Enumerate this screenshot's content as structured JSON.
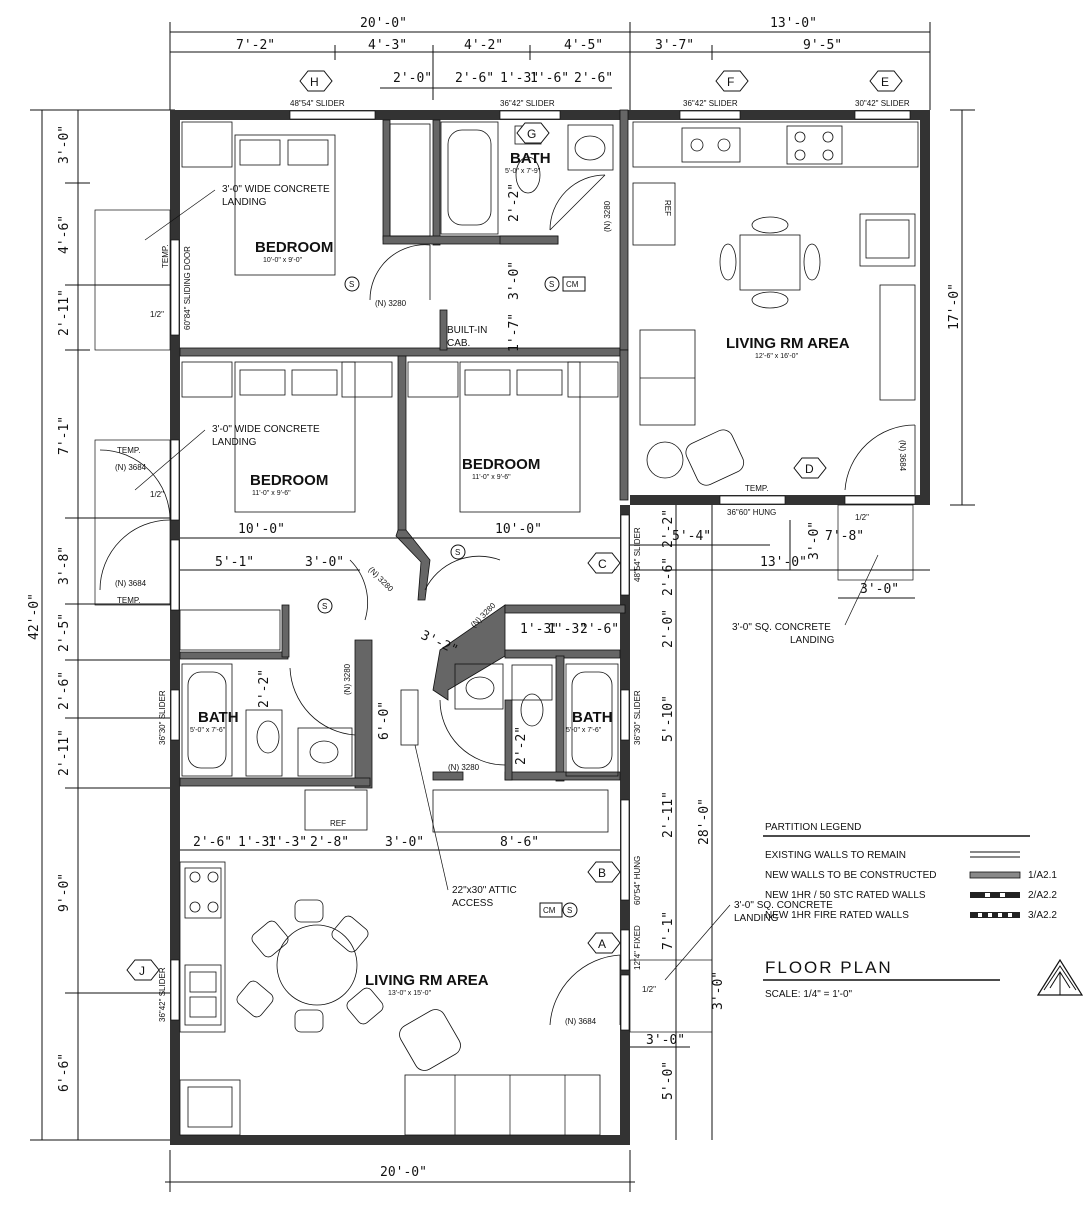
{
  "dims_top": {
    "overall_left": "20'-0\"",
    "overall_right": "13'-0\"",
    "seg1": "7'-2\"",
    "seg2": "4'-3\"",
    "seg3": "4'-2\"",
    "seg4": "4'-5\"",
    "seg5": "3'-7\"",
    "seg6": "9'-5\"",
    "sub1": "2'-0\"",
    "sub2": "2'-6\"",
    "sub3": "1'-3\"",
    "sub4": "1'-6\"",
    "sub5": "2'-6\""
  },
  "dims_left": {
    "overall": "42'-0\"",
    "d1": "3'-0\"",
    "d2": "4'-6\"",
    "d3": "2'-11\"",
    "d4": "7'-1\"",
    "d5": "3'-8\"",
    "d6": "2'-5\"",
    "d7": "2'-6\"",
    "d8": "2'-11\"",
    "d9": "9'-0\"",
    "d10": "6'-6\""
  },
  "dims_right": {
    "overall_upper": "17'-0\"",
    "overall_lower": "28'-0\"",
    "r1": "2'-2\"",
    "r2": "2'-6\"",
    "r3": "2'-0\"",
    "r4": "5'-10\"",
    "r5": "2'-11\"",
    "r6": "7'-1\"",
    "r7": "3'-0\"",
    "r8": "5'-0\"",
    "w1": "5'-4\"",
    "w2": "7'-8\"",
    "w3": "13'-0\"",
    "w4": "3'-0\"",
    "w5": "3'-0\"",
    "w6": "3'-0\"",
    "w7": "3'-0\""
  },
  "dims_bottom": {
    "overall": "20'-0\""
  },
  "dims_interior": {
    "bed_w1": "10'-0\"",
    "bed_w2": "10'-0\"",
    "hall1": "5'-1\"",
    "hall2": "3'-0\"",
    "hall3": "3'-2\"",
    "hall4": "2'-6\"",
    "b1": "1'-3\"",
    "b2": "1'-3\"",
    "k1": "2'-6\"",
    "k2": "1'-3\"",
    "k3": "1'-3\"",
    "k4": "2'-8\"",
    "k5": "3'-0\"",
    "k6": "8'-6\"",
    "v1": "2'-2\"",
    "v2": "3'-0\"",
    "v3": "1'-7\"",
    "v4": "2'-2\"",
    "v5": "6'-0\"",
    "v6": "2'-2\"",
    "v7": "2'-2\""
  },
  "bubbles": [
    "H",
    "G",
    "F",
    "E",
    "D",
    "C",
    "B",
    "A",
    "J"
  ],
  "rooms": [
    {
      "name": "BEDROOM",
      "size": "10'-0\" x 9'-0\""
    },
    {
      "name": "BEDROOM",
      "size": "11'-0\" x 9'-6\""
    },
    {
      "name": "BEDROOM",
      "size": "11'-0\" x 9'-6\""
    },
    {
      "name": "BATH",
      "size": "5'-0\" x 7'-9\""
    },
    {
      "name": "BATH",
      "size": "5'-0\" x 7'-6\""
    },
    {
      "name": "BATH",
      "size": "5'-0\" x 7'-6\""
    },
    {
      "name": "LIVING RM AREA",
      "size": "12'-6\" x 16'-0\""
    },
    {
      "name": "LIVING RM AREA",
      "size": "13'-0\" x 15'-0\""
    }
  ],
  "windows": {
    "w_h": "48\"54\" SLIDER",
    "w_g": "36\"42\" SLIDER",
    "w_f": "36\"42\" SLIDER",
    "w_e": "30\"42\" SLIDER",
    "w_d": "36\"60\" HUNG",
    "w_c": "48\"54\" SLIDER",
    "w_bath_r": "36\"30\" SLIDER",
    "w_bath_l": "36\"30\" SLIDER",
    "w_b": "60\"54\" HUNG",
    "w_a": "12\"4\" FIXED",
    "w_j": "36\"42\" SLIDER"
  },
  "doors": {
    "d_sliding": "60\"84\" SLIDING DOOR",
    "d_n3280_a": "(N) 3280",
    "d_n3280_b": "(N) 3280",
    "d_n3280_c": "(N) 3280",
    "d_n3280_d": "(N) 3280",
    "d_n3280_e": "(N) 3280",
    "d_n3280_f": "(N) 3280",
    "d_n3684_a": "(N) 3684",
    "d_n3684_b": "(N) 3684",
    "d_n3684_c": "(N) 3684",
    "d_n3684_d": "(N) 3684"
  },
  "notes": {
    "landing1_a": "3'-0\" WIDE CONCRETE",
    "landing1_b": "LANDING",
    "landing2_a": "3'-0\" WIDE CONCRETE",
    "landing2_b": "LANDING",
    "landing3_a": "3'-0\" SQ. CONCRETE",
    "landing3_b": "LANDING",
    "landing4_a": "3'-0\" SQ. CONCRETE",
    "landing4_b": "LANDING",
    "attic_a": "22\"x30\" ATTIC",
    "attic_b": "ACCESS",
    "builtin_a": "BUILT-IN",
    "builtin_b": "CAB.",
    "temp": "TEMP.",
    "half": "1/2\"",
    "ref": "REF",
    "cm": "CM",
    "s": "S"
  },
  "legend": {
    "title": "PARTITION LEGEND",
    "items": [
      {
        "label": "EXISTING WALLS TO REMAIN",
        "ref": ""
      },
      {
        "label": "NEW WALLS TO BE CONSTRUCTED",
        "ref": "1/A2.1"
      },
      {
        "label": "NEW 1HR / 50 STC RATED WALLS",
        "ref": "2/A2.2"
      },
      {
        "label": "NEW 1HR FIRE RATED WALLS",
        "ref": "3/A2.2"
      }
    ]
  },
  "title_block": {
    "title": "FLOOR PLAN",
    "scale": "SCALE: 1/4\" = 1'-0\""
  }
}
